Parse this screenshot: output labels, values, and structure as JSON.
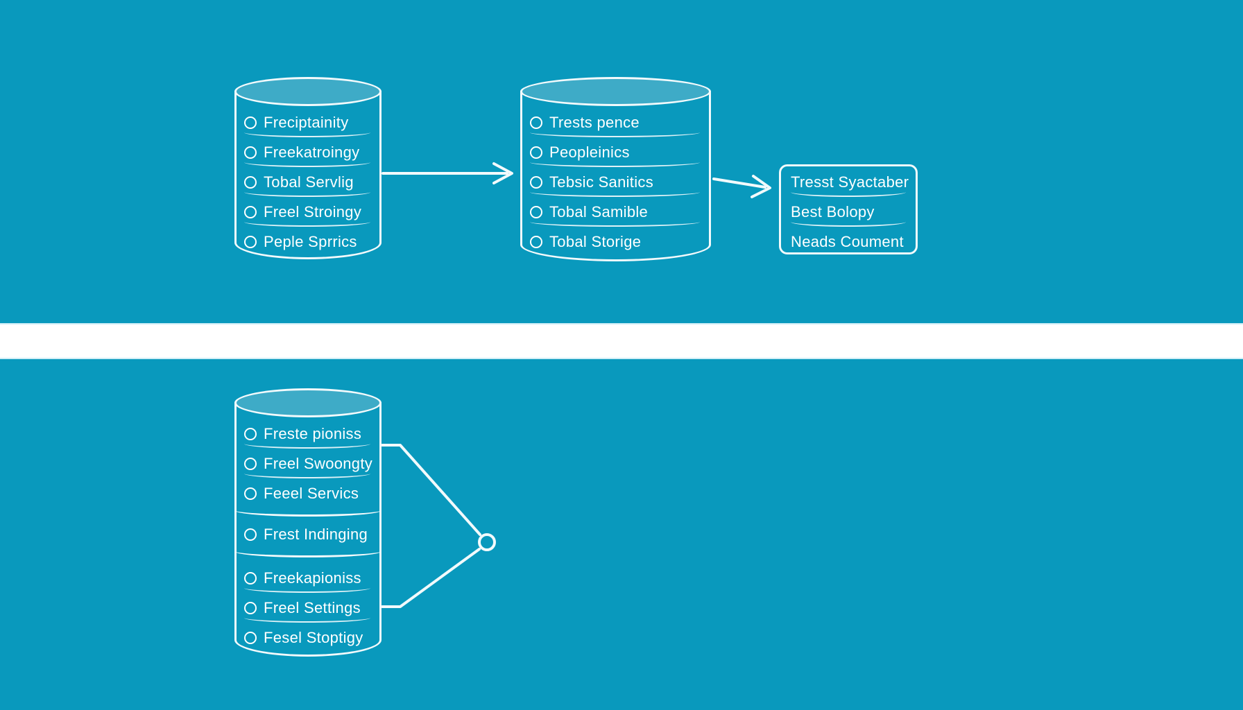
{
  "appearance": {
    "background_color": "#0999BD",
    "line_color": "#F2FAFC",
    "text_color": "#FFFFFF",
    "cylinder_top_fill": "#3EABC7",
    "divider_band_color": "#FFFFFF"
  },
  "top_flow": {
    "source_cylinder": {
      "items": [
        "Freciptainity",
        "Freekatroingy",
        "Tobal Servlig",
        "Freel Stroingy",
        "Peple Sprrics"
      ]
    },
    "middle_cylinder": {
      "items": [
        "Trests pence",
        "Peopleinics",
        "Tebsic Sanitics",
        "Tobal Samible",
        "Tobal Storige"
      ]
    },
    "result_box": {
      "items": [
        "Tresst Syactaber",
        "Best Bolopy",
        "Neads Coument"
      ]
    }
  },
  "bottom_flow": {
    "stacked_cylinder": {
      "segment1": {
        "items": [
          "Freste pioniss",
          "Freel Swoongty",
          "Feeel Servics"
        ]
      },
      "segment2": {
        "items": [
          "Frest Indinging"
        ]
      },
      "segment3": {
        "items": [
          "Freekapioniss",
          "Freel Settings",
          "Fesel Stoptigy"
        ]
      }
    }
  },
  "icons": {
    "bullet": "circle-outline",
    "flow_arrow": "right-arrow",
    "merge_node": "circle-node"
  }
}
